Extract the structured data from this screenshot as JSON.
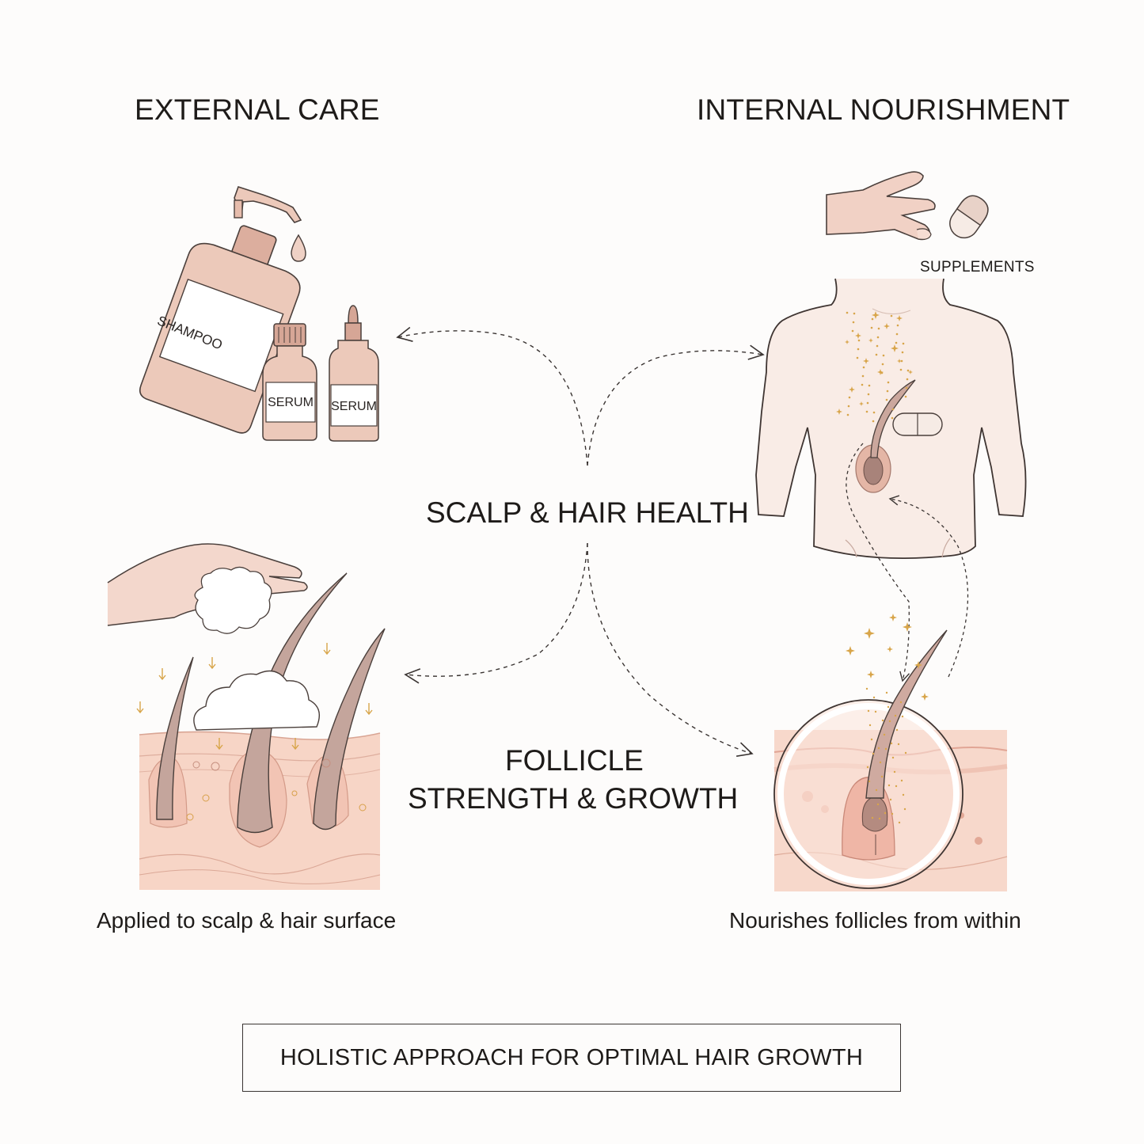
{
  "headings": {
    "left": "EXTERNAL CARE",
    "right": "INTERNAL NOURISHMENT"
  },
  "center": {
    "top": "SCALP & HAIR HEALTH",
    "bottom_line1": "FOLLICLE",
    "bottom_line2": "STRENGTH & GROWTH"
  },
  "labels": {
    "shampoo": "SHAMPOO",
    "serum1": "SERUM",
    "serum2": "SERUM",
    "supplements": "SUPPLEMENTS"
  },
  "captions": {
    "left": "Applied to scalp & hair surface",
    "right": "Nourishes follicles from within"
  },
  "footer": "HOLISTIC APPROACH FOR OPTIMAL HAIR GROWTH",
  "colors": {
    "bottle": "#ecc9ba",
    "skin": "#f3ddd3",
    "dermis": "#f7d2c3",
    "hair": "#c4a59c",
    "sparkle": "#d8a54a",
    "outline": "#4a3f3b"
  }
}
